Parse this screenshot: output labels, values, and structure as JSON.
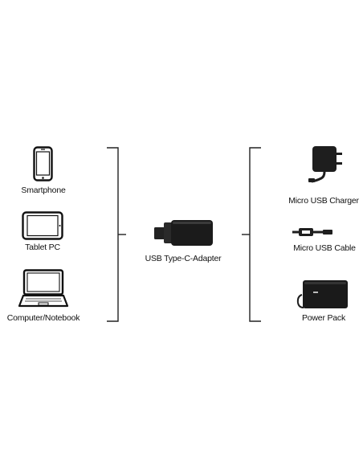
{
  "left_devices": [
    {
      "label": "Smartphone",
      "icon": "smartphone-icon"
    },
    {
      "label": "Tablet PC",
      "icon": "tablet-icon"
    },
    {
      "label": "Computer/Notebook",
      "icon": "laptop-icon"
    }
  ],
  "center": {
    "label": "USB Type-C-Adapter",
    "icon": "usb-c-adapter-icon"
  },
  "right_devices": [
    {
      "label": "Micro USB Charger",
      "icon": "charger-icon"
    },
    {
      "label": "Micro USB Cable",
      "icon": "micro-usb-cable-icon"
    },
    {
      "label": "Power Pack",
      "icon": "power-pack-icon"
    }
  ],
  "colors": {
    "ink": "#111111",
    "line": "#222222"
  }
}
